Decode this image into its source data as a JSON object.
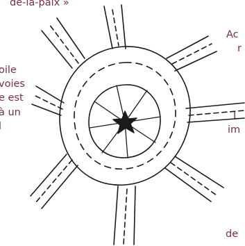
{
  "text_fragments": {
    "top": "de-la-paix »",
    "left": [
      "oile",
      "voies",
      "e est",
      "à un",
      "l"
    ],
    "right_top": [
      "Ac",
      "r"
    ],
    "right_mid": [
      "L",
      "im"
    ],
    "right_bottom": "de"
  },
  "drawing": {
    "subject": "hand-drawn roundabout sketch with eight radiating dashed-lane roads and a star at the centre",
    "ink_color": "#1a1a1a",
    "text_color": "#7a2e44"
  }
}
